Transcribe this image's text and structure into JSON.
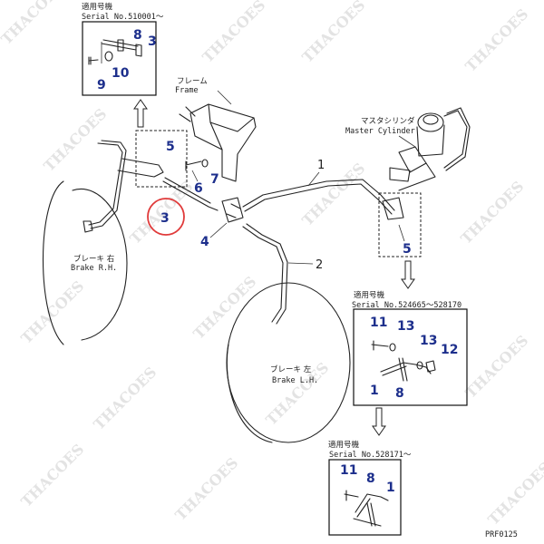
{
  "watermark": "THACOES",
  "drawing_code": "PRF0125",
  "labels": {
    "serial_top_jp": "適用号機",
    "serial_top_en": "Serial No.510001～",
    "frame_jp": "フレーム",
    "frame_en": "Frame",
    "master_cyl_jp": "マスタシリンダ",
    "master_cyl_en": "Master Cylinder",
    "brake_rh_jp": "ブレーキ 右",
    "brake_rh_en": "Brake R.H.",
    "brake_lh_jp": "ブレーキ 左",
    "brake_lh_en": "Brake L.H.",
    "serial_mid_jp": "適用号機",
    "serial_mid_en": "Serial No.524665～528170",
    "serial_bot_jp": "適用号機",
    "serial_bot_en": "Serial No.528171～"
  },
  "callouts": {
    "top_box": [
      "8",
      "3",
      "10",
      "9"
    ],
    "main_blue": [
      "5",
      "7",
      "6",
      "3",
      "4",
      "5"
    ],
    "main_black": [
      "1",
      "2"
    ],
    "mid_box": [
      "11",
      "13",
      "13",
      "12",
      "1",
      "8"
    ],
    "bot_box": [
      "11",
      "8",
      "1"
    ]
  },
  "highlight": {
    "part": "3"
  },
  "colors": {
    "callout_blue": "#1d2f8c",
    "highlight_red": "#e03a3a"
  }
}
